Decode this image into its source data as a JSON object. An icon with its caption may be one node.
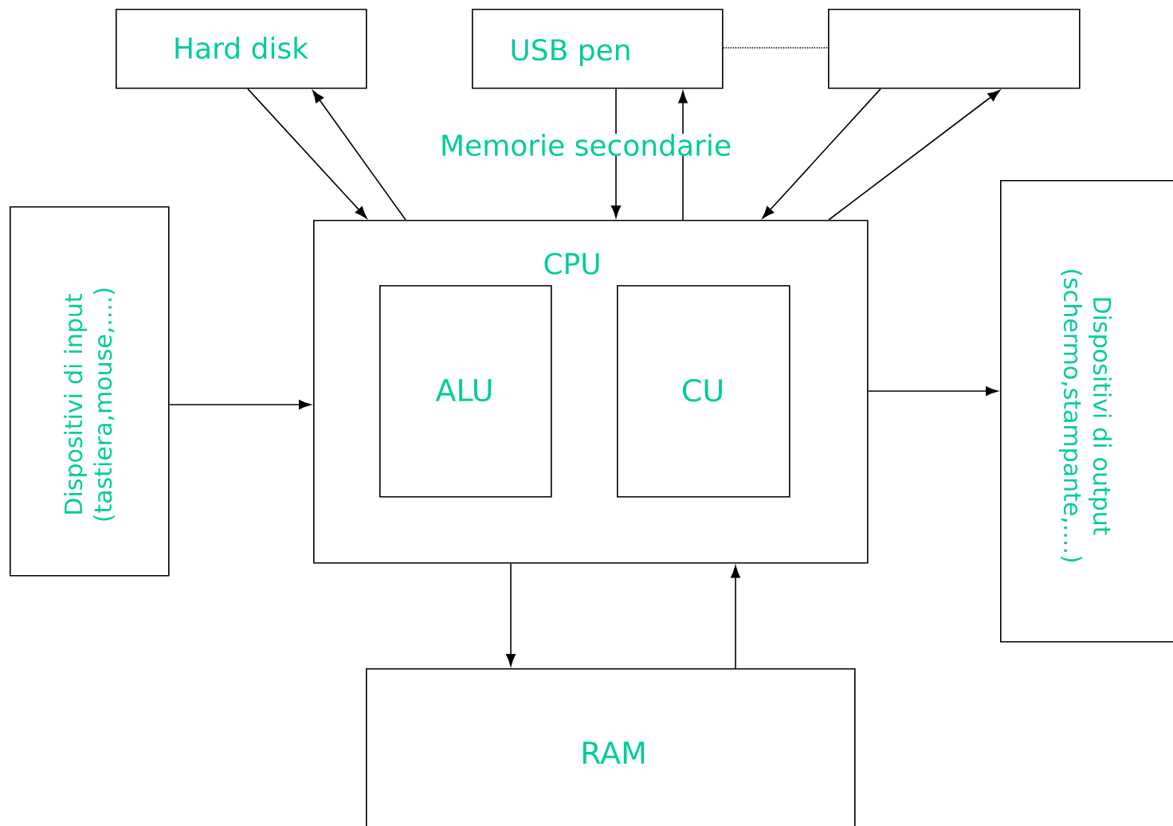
{
  "diagram": {
    "nodes": [
      {
        "text": [
          "Hard disk"
        ]
      },
      {
        "text": [
          "USB pen"
        ]
      },
      {
        "text": [],
        "shape": "box"
      },
      {
        "text": [
          "Dispositivi di input (tastiera,mouse,....)"
        ]
      },
      {
        "text": [
          "CPU"
        ]
      },
      {
        "text": [
          "ALU"
        ],
        "in": 4
      },
      {
        "text": [
          "CU"
        ],
        "in": 4
      },
      {
        "text": [
          "Dispositivi di output (schermo,stampante,....)"
        ]
      },
      {
        "text": [
          "RAM"
        ]
      }
    ],
    "edges": [
      {
        "from": 0,
        "to": 4,
        "arrow": "to"
      },
      {
        "from": 4,
        "to": 0,
        "arrow": "to"
      },
      {
        "from": 1,
        "to": 4,
        "arrow": "to"
      },
      {
        "from": 4,
        "to": 1,
        "arrow": "to"
      },
      {
        "from": 2,
        "to": 4,
        "arrow": "to"
      },
      {
        "from": 4,
        "to": 2,
        "arrow": "to"
      },
      {
        "from": 1,
        "to": 2,
        "arrow": "none",
        "style": "dashed"
      },
      {
        "from": 3,
        "to": 4,
        "arrow": "to"
      },
      {
        "from": 4,
        "to": 7,
        "arrow": "to"
      },
      {
        "from": 4,
        "to": 8,
        "arrow": "to"
      },
      {
        "from": 8,
        "to": 4,
        "arrow": "to"
      }
    ],
    "labels": [
      "Memorie secondarie"
    ]
  }
}
